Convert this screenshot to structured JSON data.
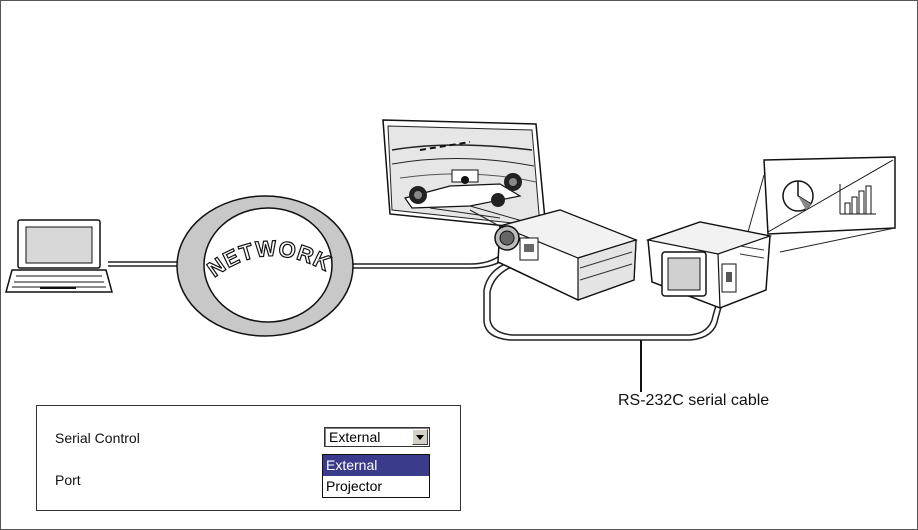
{
  "diagram": {
    "network_label": "NETWORK",
    "cable_label": "RS-232C serial cable"
  },
  "settings_panel": {
    "serial_control_label": "Serial Control",
    "port_label": "Port",
    "selected_value": "External",
    "options": [
      "External",
      "Projector"
    ]
  }
}
